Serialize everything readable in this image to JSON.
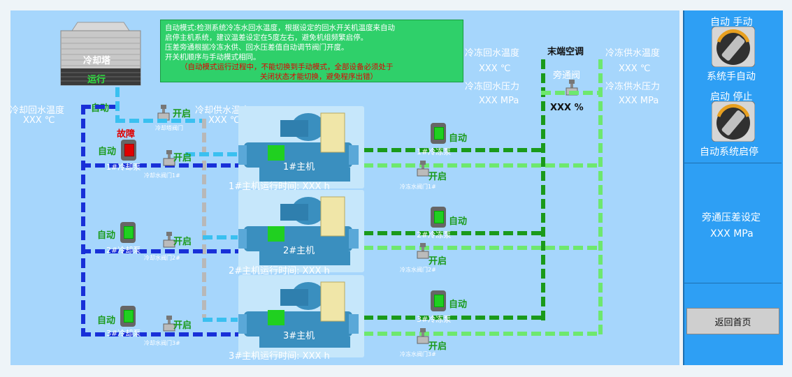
{
  "info": {
    "lines": [
      "自动模式:检测系统冷冻水回水温度，根据设定的回水开关机温度来自动",
      "启停主机系统，建议温差设定在5度左右，避免机组频繁启停。",
      "压差旁通根据冷冻水供、回水压差值自动调节阀门开度。",
      "开关机顺序与手动模式相同。"
    ],
    "warning": [
      "（自动模式运行过程中，不能切换到手动模式，全部设备必须处于",
      "关闭状态才能切换，避免程序出错）"
    ]
  },
  "cooling_tower": {
    "name": "冷却塔",
    "status": "运行"
  },
  "labels": {
    "cooling_return_temp": "冷却回水温度",
    "cooling_return_temp_val": "XXX  ℃",
    "cooling_supply_temp": "冷却供水温度",
    "cooling_supply_temp_val": "XXX  ℃",
    "chilled_return_temp": "冷冻回水温度",
    "chilled_return_temp_val": "XXX  ℃",
    "chilled_return_press": "冷冻回水压力",
    "chilled_return_press_val": "XXX  MPa",
    "terminal_ac": "末端空调",
    "bypass_valve": "旁通阀",
    "bypass_val": "XXX  %",
    "chilled_supply_temp": "冷冻供水温度",
    "chilled_supply_temp_val": "XXX  ℃",
    "chilled_supply_press": "冷冻供水压力",
    "chilled_supply_press_val": "XXX  MPa",
    "auto": "自动",
    "fault": "故障",
    "open": "开启",
    "tower_valve": "冷却塔阀门"
  },
  "units": [
    {
      "chiller": "1#主机",
      "runtime": "1#主机运行时间:  XXX     h",
      "cool_pump": "1#冷却泵",
      "cool_valve": "冷却水阀门1#",
      "chill_pump": "1#冷冻泵",
      "chill_valve": "冷冻水阀门1#",
      "cool_pump_state": "故障"
    },
    {
      "chiller": "2#主机",
      "runtime": "2#主机运行时间:  XXX     h",
      "cool_pump": "2#冷却泵",
      "cool_valve": "冷却水阀门2#",
      "chill_pump": "2#冷冻泵",
      "chill_valve": "冷冻水阀门2#",
      "cool_pump_state": "正常"
    },
    {
      "chiller": "3#主机",
      "runtime": "3#主机运行时间:  XXX     h",
      "cool_pump": "3#冷却泵",
      "cool_valve": "冷却水阀门3#",
      "chill_pump": "3#冷冻泵",
      "chill_valve": "冷冻水阀门3#",
      "cool_pump_state": "正常"
    }
  ],
  "right_panel": {
    "mode_title": "自动  手动",
    "mode_label": "系统手自动",
    "start_title": "启动  停止",
    "start_label": "自动系统启停",
    "bypass_title": "旁通压差设定",
    "bypass_val": "XXX   MPa",
    "home_button": "返回首页"
  },
  "colors": {
    "background": "#a6d6fc",
    "panel": "#2e9ff4",
    "cooling_pipe": "#1830d8",
    "cooling_supply_pipe": "#3ac0f0",
    "chilled_pipe": "#1a9a1a",
    "chilled_light_pipe": "#6ee86e",
    "run_indicator": "#20d020",
    "fault_indicator": "#e00000"
  }
}
